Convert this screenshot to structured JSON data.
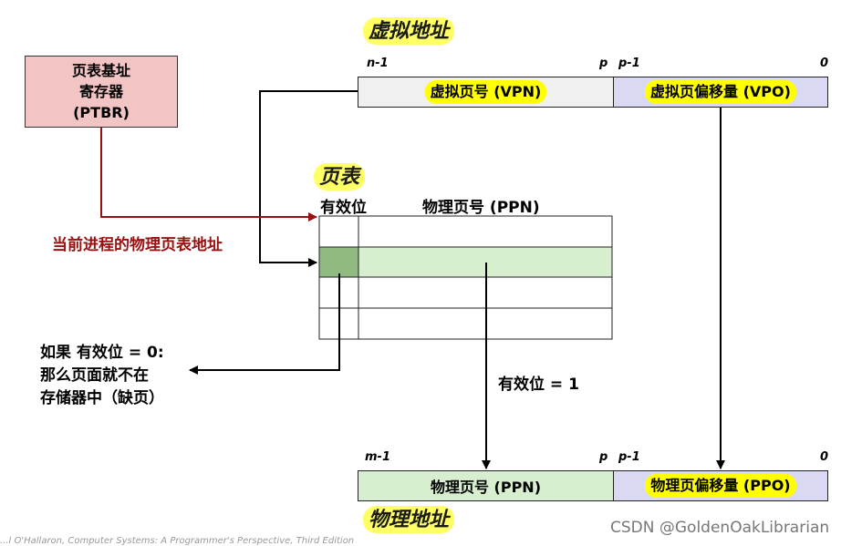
{
  "virtual_address": {
    "title": "虚拟地址",
    "bit_high": "n-1",
    "bit_p": "p",
    "bit_p_minus_1": "p-1",
    "bit_zero": "0",
    "vpn_label": "虚拟页号 (VPN)",
    "vpo_label": "虚拟页偏移量 (VPO)"
  },
  "ptbr": {
    "line1": "页表基址",
    "line2": "寄存器",
    "line3": "(PTBR)"
  },
  "page_table": {
    "title": "页表",
    "col_valid": "有效位",
    "col_ppn": "物理页号 (PPN)"
  },
  "annotations": {
    "current_process": "当前进程的物理页表地址",
    "invalid_line1": "如果 有效位 = 0:",
    "invalid_line2": "那么页面就不在",
    "invalid_line3": "存储器中（缺页）",
    "valid_one": "有效位 = 1"
  },
  "physical_address": {
    "title": "物理地址",
    "bit_high": "m-1",
    "bit_p": "p",
    "bit_p_minus_1": "p-1",
    "bit_zero": "0",
    "ppn_label": "物理页号 (PPN)",
    "ppo_label": "物理页偏移量 (PPO)"
  },
  "watermark": "CSDN @GoldenOakLibrarian",
  "footer_text": "...l O'Hallaron, Computer Systems: A Programmer's Perspective, Third Edition",
  "colors": {
    "highlight_yellow": "#ffff00",
    "vpn_fill": "#f0f0f0",
    "vpo_fill": "#d9d9f3",
    "ptbr_fill": "#f2c4c4",
    "valid_row_fill": "#d8efcf",
    "valid_bit_fill": "#8fba80",
    "ppn_fill": "#d8efcf",
    "ppo_fill": "#d9d9f3",
    "dark_red": "#9a1010"
  }
}
